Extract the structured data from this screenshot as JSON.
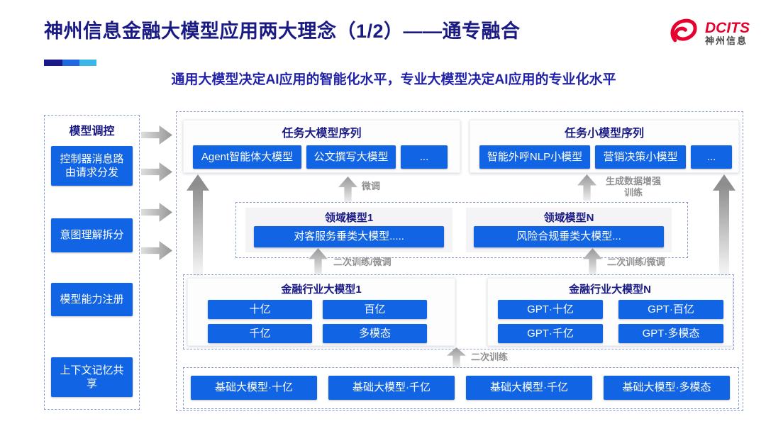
{
  "colors": {
    "navy_text": "#1a1a84",
    "subtitle_blue": "#2323a8",
    "node_blue": "#1164e4",
    "logo_red": "#e5002e",
    "accent_segments": [
      "#19198c",
      "#1e68e0",
      "#3bb6e8"
    ],
    "arrow_gray": "#989898",
    "dashed_border": "#8d9fd4"
  },
  "header": {
    "title": "神州信息金融大模型应用两大理念（1/2）——通专融合",
    "subtitle": "通用大模型决定AI应用的智能化水平，专业大模型决定AI应用的专业化水平",
    "logo_brand": "DCITS",
    "logo_cn": "神州信息"
  },
  "sidebar": {
    "title": "模型调控",
    "items": [
      {
        "label": "控制器消息路\n由请求分发"
      },
      {
        "label": "意图理解拆分"
      },
      {
        "label": "模型能力注册"
      },
      {
        "label": "上下文记忆共\n享"
      }
    ]
  },
  "top_groups": {
    "large": {
      "title": "任务大模型序列",
      "items": [
        "Agent智能体大模型",
        "公文撰写大模型",
        "..."
      ]
    },
    "small": {
      "title": "任务小模型序列",
      "items": [
        "智能外呼NLP小模型",
        "营销决策小模型",
        "..."
      ]
    }
  },
  "arrow_labels": {
    "fine_tune": "微调",
    "gen_data_training": "生成数据增强\n训练",
    "retrain_finetune_left": "二次训练/微调",
    "retrain_finetune_right": "二次训练/微调",
    "retrain_bottom": "二次训练"
  },
  "domain_models": {
    "m1": {
      "title": "领域模型1",
      "item": "对客服务垂类大模型....."
    },
    "mn": {
      "title": "领域模型N",
      "item": "风险合规垂类大模型..."
    }
  },
  "industry_models": {
    "m1": {
      "title": "金融行业大模型1",
      "items": [
        "十亿",
        "百亿",
        "千亿",
        "多模态"
      ]
    },
    "mn": {
      "title": "金融行业大模型N",
      "items": [
        "GPT·十亿",
        "GPT·百亿",
        "GPT·千亿",
        "GPT·多模态"
      ]
    }
  },
  "base_models": {
    "items": [
      "基础大模型·十亿",
      "基础大模型·千亿",
      "基础大模型·千亿",
      "基础大模型·多模态"
    ]
  }
}
